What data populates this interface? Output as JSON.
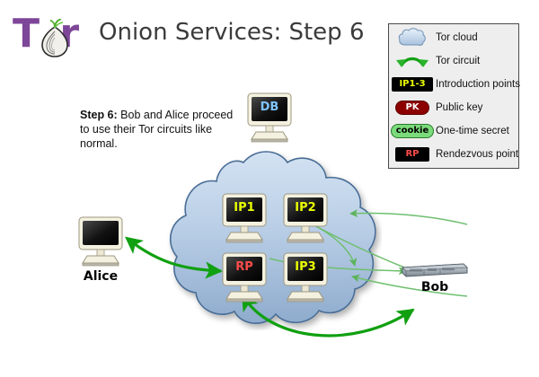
{
  "page": {
    "title": "Onion Services: Step 6",
    "background": "#ffffff"
  },
  "logo": {
    "name": "tor-logo",
    "text_left": "T",
    "text_right": "r",
    "color": "#7d4698",
    "onion_icon": "onion-icon"
  },
  "step": {
    "label": "Step 6:",
    "body": " Bob and Alice proceed to use their Tor circuits like normal."
  },
  "legend": {
    "background": "#eeeeee",
    "border": "#4a4a4a",
    "items": [
      {
        "icon": "cloud-icon",
        "label": "Tor cloud",
        "chip": "",
        "chip_style": ""
      },
      {
        "icon": "arrow-icon",
        "label": "Tor circuit",
        "chip": "",
        "chip_style": ""
      },
      {
        "icon": "chip-icon",
        "label": "Introduction points",
        "chip": "IP1-3",
        "chip_style": "chip-ip"
      },
      {
        "icon": "chip-icon",
        "label": "Public key",
        "chip": "PK",
        "chip_style": "chip-pk"
      },
      {
        "icon": "chip-icon",
        "label": "One-time secret",
        "chip": "cookie",
        "chip_style": "chip-cookie"
      },
      {
        "icon": "chip-icon",
        "label": "Rendezvous point",
        "chip": "RP",
        "chip_style": "chip-rp"
      }
    ]
  },
  "nodes": {
    "db": {
      "screen": "DB",
      "name": ""
    },
    "ip1": {
      "screen": "IP1",
      "name": ""
    },
    "ip2": {
      "screen": "IP2",
      "name": ""
    },
    "ip3": {
      "screen": "IP3",
      "name": ""
    },
    "rp": {
      "screen": "RP",
      "name": ""
    },
    "alice": {
      "screen": "",
      "name": "Alice"
    },
    "bob": {
      "screen": "",
      "name": "Bob"
    }
  },
  "colors": {
    "tor_purple": "#7d4698",
    "cloud_fill_top": "#cfe0f2",
    "cloud_fill_bottom": "#94b2d4",
    "cloud_stroke": "#4a6d96",
    "circuit_green_dark": "#11a011",
    "circuit_green_light": "#6fbf6f",
    "screen_label_yellow": "#eaff00",
    "screen_label_red": "#ff4b4b",
    "screen_label_blue": "#7fc4ff",
    "title_gray": "#3b3b3b"
  },
  "connections": [
    {
      "from": "alice",
      "to": "rp",
      "style": "thick-double",
      "color": "#11a011"
    },
    {
      "from": "bob",
      "to": "rp",
      "style": "thick-double",
      "color": "#11a011"
    },
    {
      "from": "bob",
      "to": "ip1",
      "style": "thin",
      "color": "#6fbf6f"
    },
    {
      "from": "bob",
      "to": "ip2",
      "style": "thin",
      "color": "#6fbf6f"
    },
    {
      "from": "bob",
      "to": "ip3",
      "style": "thin",
      "color": "#6fbf6f"
    }
  ]
}
